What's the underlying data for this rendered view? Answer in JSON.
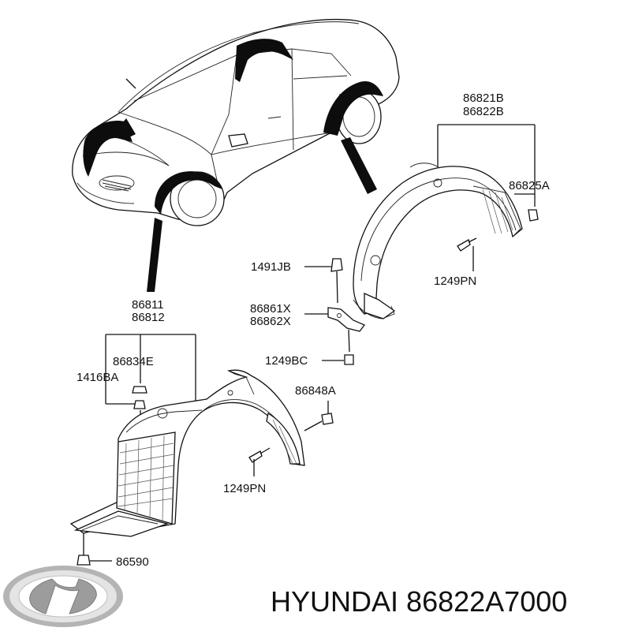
{
  "callouts": {
    "rear_upper_1": "86821B",
    "rear_upper_2": "86822B",
    "rear_clip": "86825A",
    "rear_screw": "1249PN",
    "screw_1491": "1491JB",
    "bracket_1": "86861X",
    "bracket_2": "86862X",
    "bolt_1249bc": "1249BC",
    "front_main_1": "86811",
    "front_main_2": "86812",
    "front_clip_e": "86834E",
    "front_clip_ba": "1416BA",
    "front_clip_a": "86848A",
    "front_screw": "1249PN",
    "bottom_clip": "86590"
  },
  "footer": {
    "brand": "HYUNDAI",
    "part_number": "86822A7000"
  }
}
